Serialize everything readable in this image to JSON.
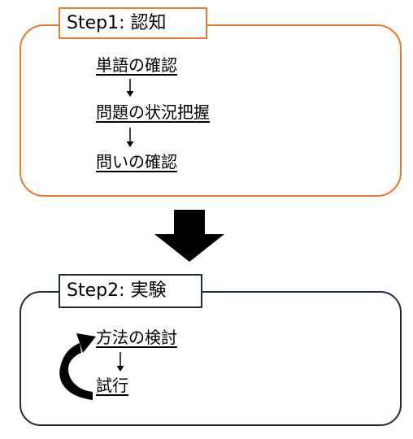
{
  "step1": {
    "title": "Step1: 認知",
    "items": [
      "単語の確認",
      "問題の状況把握",
      "問いの確認"
    ]
  },
  "step2": {
    "title": "Step2: 実験",
    "items": [
      "方法の検討",
      "試行"
    ]
  },
  "colors": {
    "step1_border": "#e07b39",
    "step2_border": "#1f2a3a",
    "arrow": "#000000"
  },
  "icons": [
    "down-arrow-icon",
    "big-down-arrow-icon",
    "loop-arrow-icon"
  ]
}
